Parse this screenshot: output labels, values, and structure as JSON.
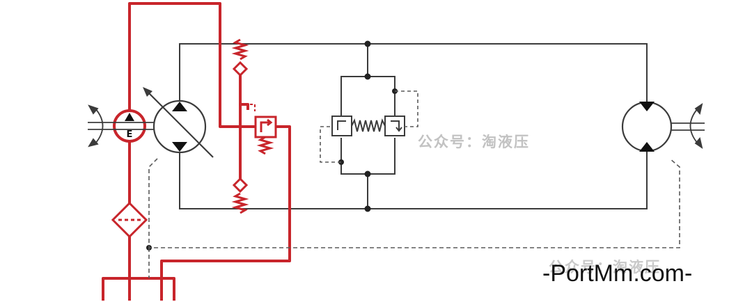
{
  "diagram": {
    "pump_label": "E",
    "watermark_text": "公众号：淘液压",
    "site_text": "-PortMm.com-"
  },
  "colors": {
    "line": "#3b3b3b",
    "highlight": "#c8252b",
    "pilot": "#5a5a5a",
    "watermark": "#c2c2c2",
    "background": "#ffffff"
  }
}
